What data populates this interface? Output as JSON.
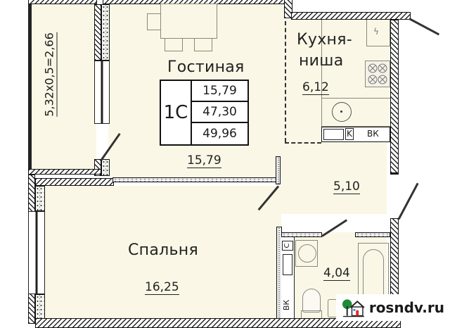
{
  "plan": {
    "apartment_type": "1С",
    "areas_summary": {
      "living_area": "15,79",
      "total_area": "47,30",
      "total_area_with_balcony": "49,96"
    }
  },
  "rooms": {
    "balcony": {
      "area_formula": "5,32х0,5=2,66"
    },
    "living_room": {
      "name": "Гостиная",
      "area": "15,79"
    },
    "kitchen": {
      "name_line1": "Кухня-",
      "name_line2": "ниша",
      "area": "6,12",
      "stove_label": "K",
      "vent_label": "ВК"
    },
    "hallway": {
      "area": "5,10"
    },
    "bedroom": {
      "name": "Спальня",
      "area": "16,25"
    },
    "bathroom": {
      "area": "4,04",
      "shaft_label": "С",
      "vent_label": "ВК"
    }
  },
  "watermark": {
    "text": "rosndv.ru",
    "tree_color": "#1e8a3a",
    "door_color": "#e02b2b"
  },
  "colors": {
    "floor": "#faf7e6",
    "wall_line": "#111111",
    "background": "#ffffff"
  }
}
